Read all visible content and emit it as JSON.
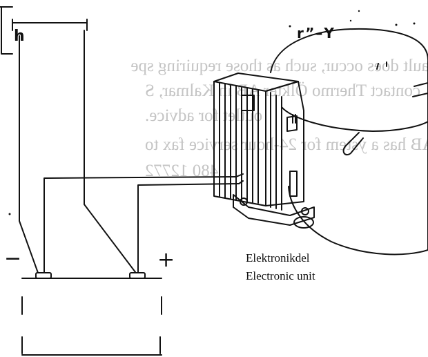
{
  "labels": {
    "unit_swedish": "Elektronikdel",
    "unit_english": "Electronic unit",
    "negative_terminal": "−",
    "positive_terminal": "+",
    "corner_mark": "h",
    "top_marks": "r”–Y"
  },
  "bleed_through_text": [
    "fault does occur, such as those requiring spe",
    "contact Thermo Ölkter AB in Kalmar, S",
    "outlet for advice.",
    "AB has a ystem for 24-hour service fax to",
    "480 12772"
  ]
}
